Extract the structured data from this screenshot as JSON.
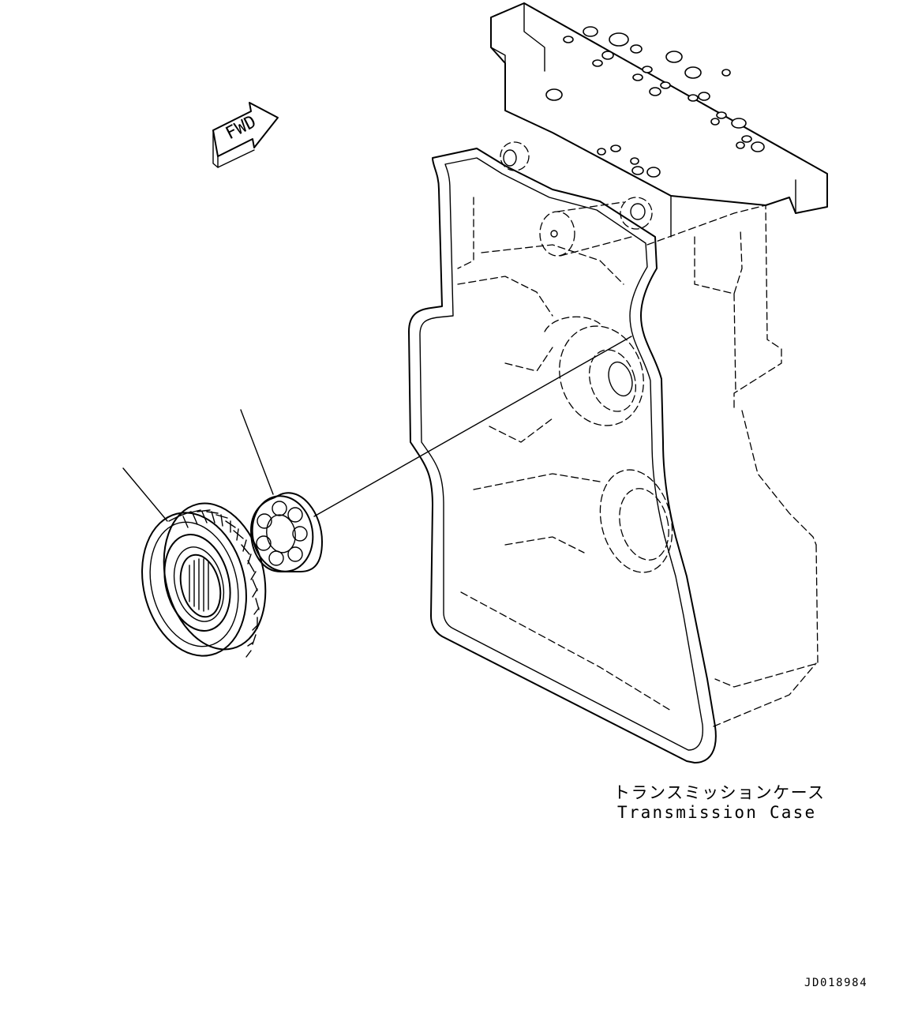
{
  "arrow": {
    "text": "FWD"
  },
  "case_label": {
    "japanese": "トランスミッションケース",
    "english": "Transmission Case"
  },
  "drawing_id": "JD018984",
  "parts": [
    {
      "name": "gear"
    },
    {
      "name": "bearing"
    }
  ]
}
